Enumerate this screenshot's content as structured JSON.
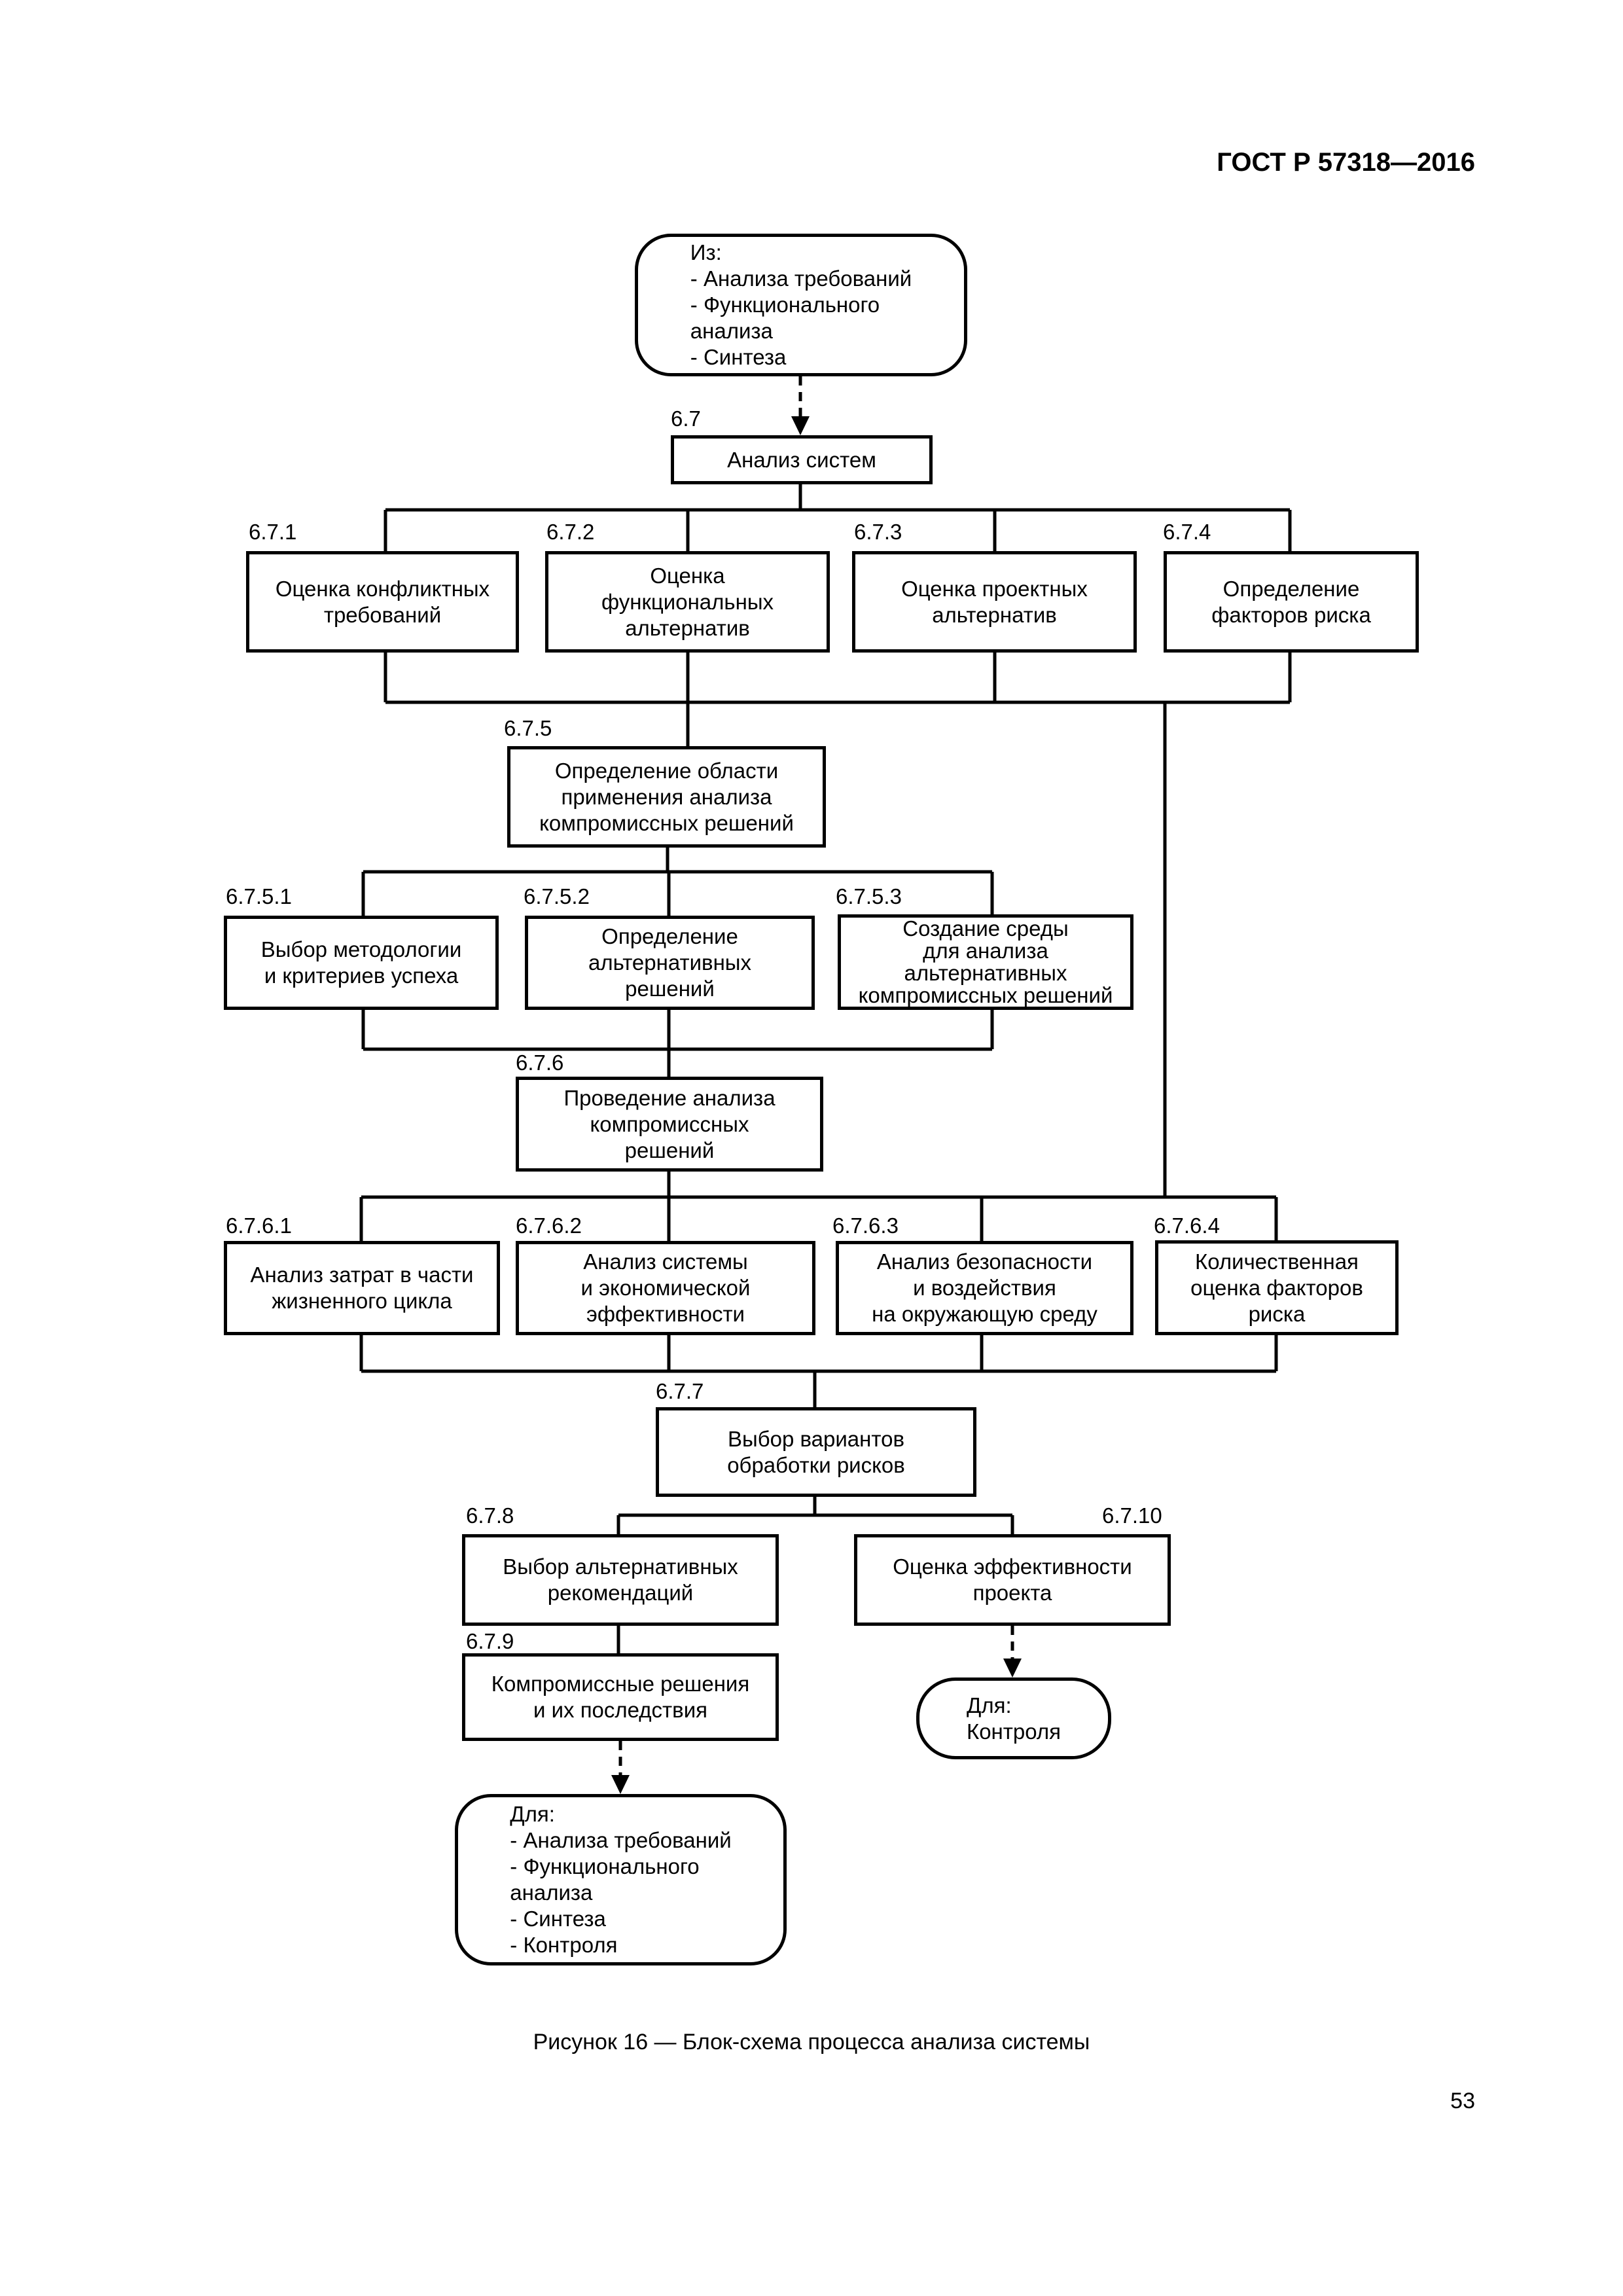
{
  "header": {
    "standard": "ГОСТ Р 57318—2016"
  },
  "diagram": {
    "input_terminal": "Из:\n- Анализа требований\n- Функционального\n  анализа\n- Синтеза",
    "nodes": [
      {
        "id": "n67",
        "number": "6.7",
        "label": "Анализ систем"
      },
      {
        "id": "n671",
        "number": "6.7.1",
        "label": "Оценка конфликтных\nтребований"
      },
      {
        "id": "n672",
        "number": "6.7.2",
        "label": "Оценка\nфункциональных\nальтернатив"
      },
      {
        "id": "n673",
        "number": "6.7.3",
        "label": "Оценка проектных\nальтернатив"
      },
      {
        "id": "n674",
        "number": "6.7.4",
        "label": "Определение\nфакторов риска"
      },
      {
        "id": "n675",
        "number": "6.7.5",
        "label": "Определение области\nприменения анализа\nкомпромиссных решений"
      },
      {
        "id": "n6751",
        "number": "6.7.5.1",
        "label": "Выбор методологии\nи критериев успеха"
      },
      {
        "id": "n6752",
        "number": "6.7.5.2",
        "label": "Определение\nальтернативных\nрешений"
      },
      {
        "id": "n6753",
        "number": "6.7.5.3",
        "label": "Создание среды\nдля анализа\nальтернативных\nкомпромиссных решений"
      },
      {
        "id": "n676",
        "number": "6.7.6",
        "label": "Проведение анализа\nкомпромиссных\nрешений"
      },
      {
        "id": "n6761",
        "number": "6.7.6.1",
        "label": "Анализ затрат в части\nжизненного цикла"
      },
      {
        "id": "n6762",
        "number": "6.7.6.2",
        "label": "Анализ системы\nи экономической\nэффективности"
      },
      {
        "id": "n6763",
        "number": "6.7.6.3",
        "label": "Анализ безопасности\nи воздействия\nна окружающую среду"
      },
      {
        "id": "n6764",
        "number": "6.7.6.4",
        "label": "Количественная\nоценка факторов\nриска"
      },
      {
        "id": "n677",
        "number": "6.7.7",
        "label": "Выбор вариантов\nобработки рисков"
      },
      {
        "id": "n678",
        "number": "6.7.8",
        "label": "Выбор альтернативных\nрекомендаций"
      },
      {
        "id": "n679",
        "number": "6.7.9",
        "label": "Компромиссные решения\nи их последствия"
      },
      {
        "id": "n6710",
        "number": "6.7.10",
        "label": "Оценка эффективности\nпроекта"
      }
    ],
    "output_control": "Для:\nКонтроля",
    "output_main": "Для:\n- Анализа требований\n- Функционального\n  анализа\n- Синтеза\n- Контроля"
  },
  "caption": "Рисунок 16 — Блок-схема процесса анализа системы",
  "page_number": "53"
}
